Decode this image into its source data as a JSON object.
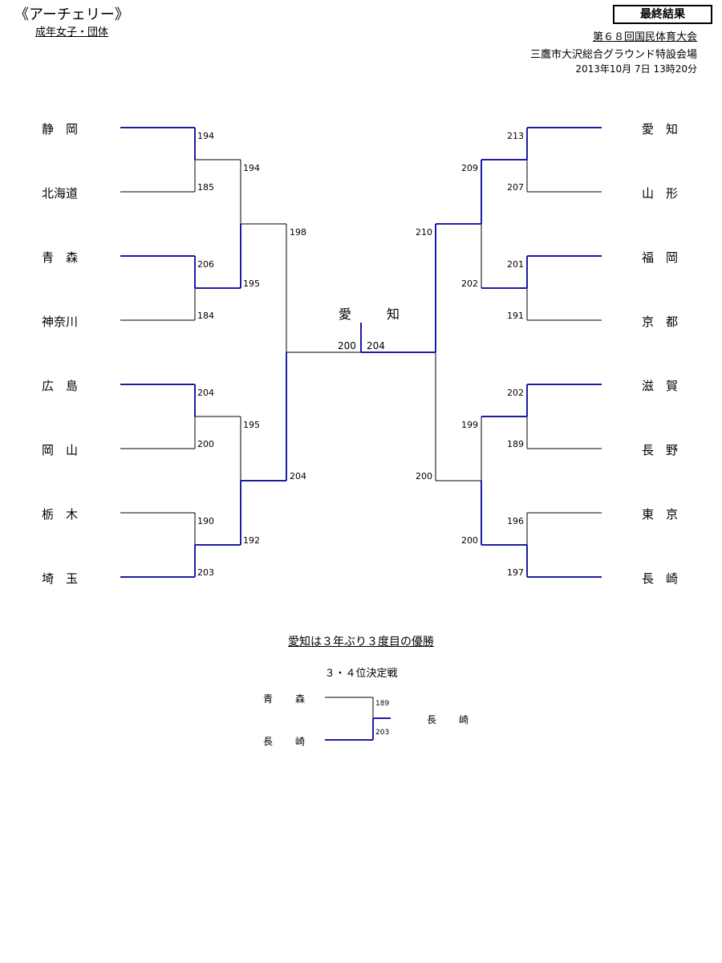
{
  "header": {
    "title": "《アーチェリー》",
    "subtitle": "成年女子・団体",
    "final_label": "最終結果",
    "event": "第６８回国民体育大会",
    "venue": "三鷹市大沢総合グラウンド特設会場",
    "datetime": "2013年10月 7日 13時20分"
  },
  "bracket": {
    "left_teams": [
      "静　岡",
      "北海道",
      "青　森",
      "神奈川",
      "広　島",
      "岡　山",
      "栃　木",
      "埼　玉"
    ],
    "right_teams": [
      "愛　知",
      "山　形",
      "福　岡",
      "京　都",
      "滋　賀",
      "長　野",
      "東　京",
      "長　崎"
    ],
    "left_r1_scores": [
      "194",
      "185",
      "206",
      "184",
      "204",
      "200",
      "190",
      "203"
    ],
    "right_r1_scores": [
      "213",
      "207",
      "201",
      "191",
      "202",
      "189",
      "196",
      "197"
    ],
    "left_r2_scores": [
      "194",
      "195",
      "195",
      "192"
    ],
    "right_r2_scores": [
      "209",
      "202",
      "199",
      "200"
    ],
    "left_sf_scores": [
      "198",
      "204"
    ],
    "right_sf_scores": [
      "210",
      "200"
    ],
    "final_scores": {
      "left": "200",
      "right": "204"
    },
    "champion": "愛　知"
  },
  "conclusion": "愛知は３年ぶり３度目の優勝",
  "third_place": {
    "title": "３・４位決定戦",
    "teams": [
      "青　森",
      "長　崎"
    ],
    "scores": [
      "189",
      "203"
    ],
    "winner": "長　崎"
  },
  "colors": {
    "winner_line": "#1c1ca8",
    "loser_line": "#000000"
  }
}
